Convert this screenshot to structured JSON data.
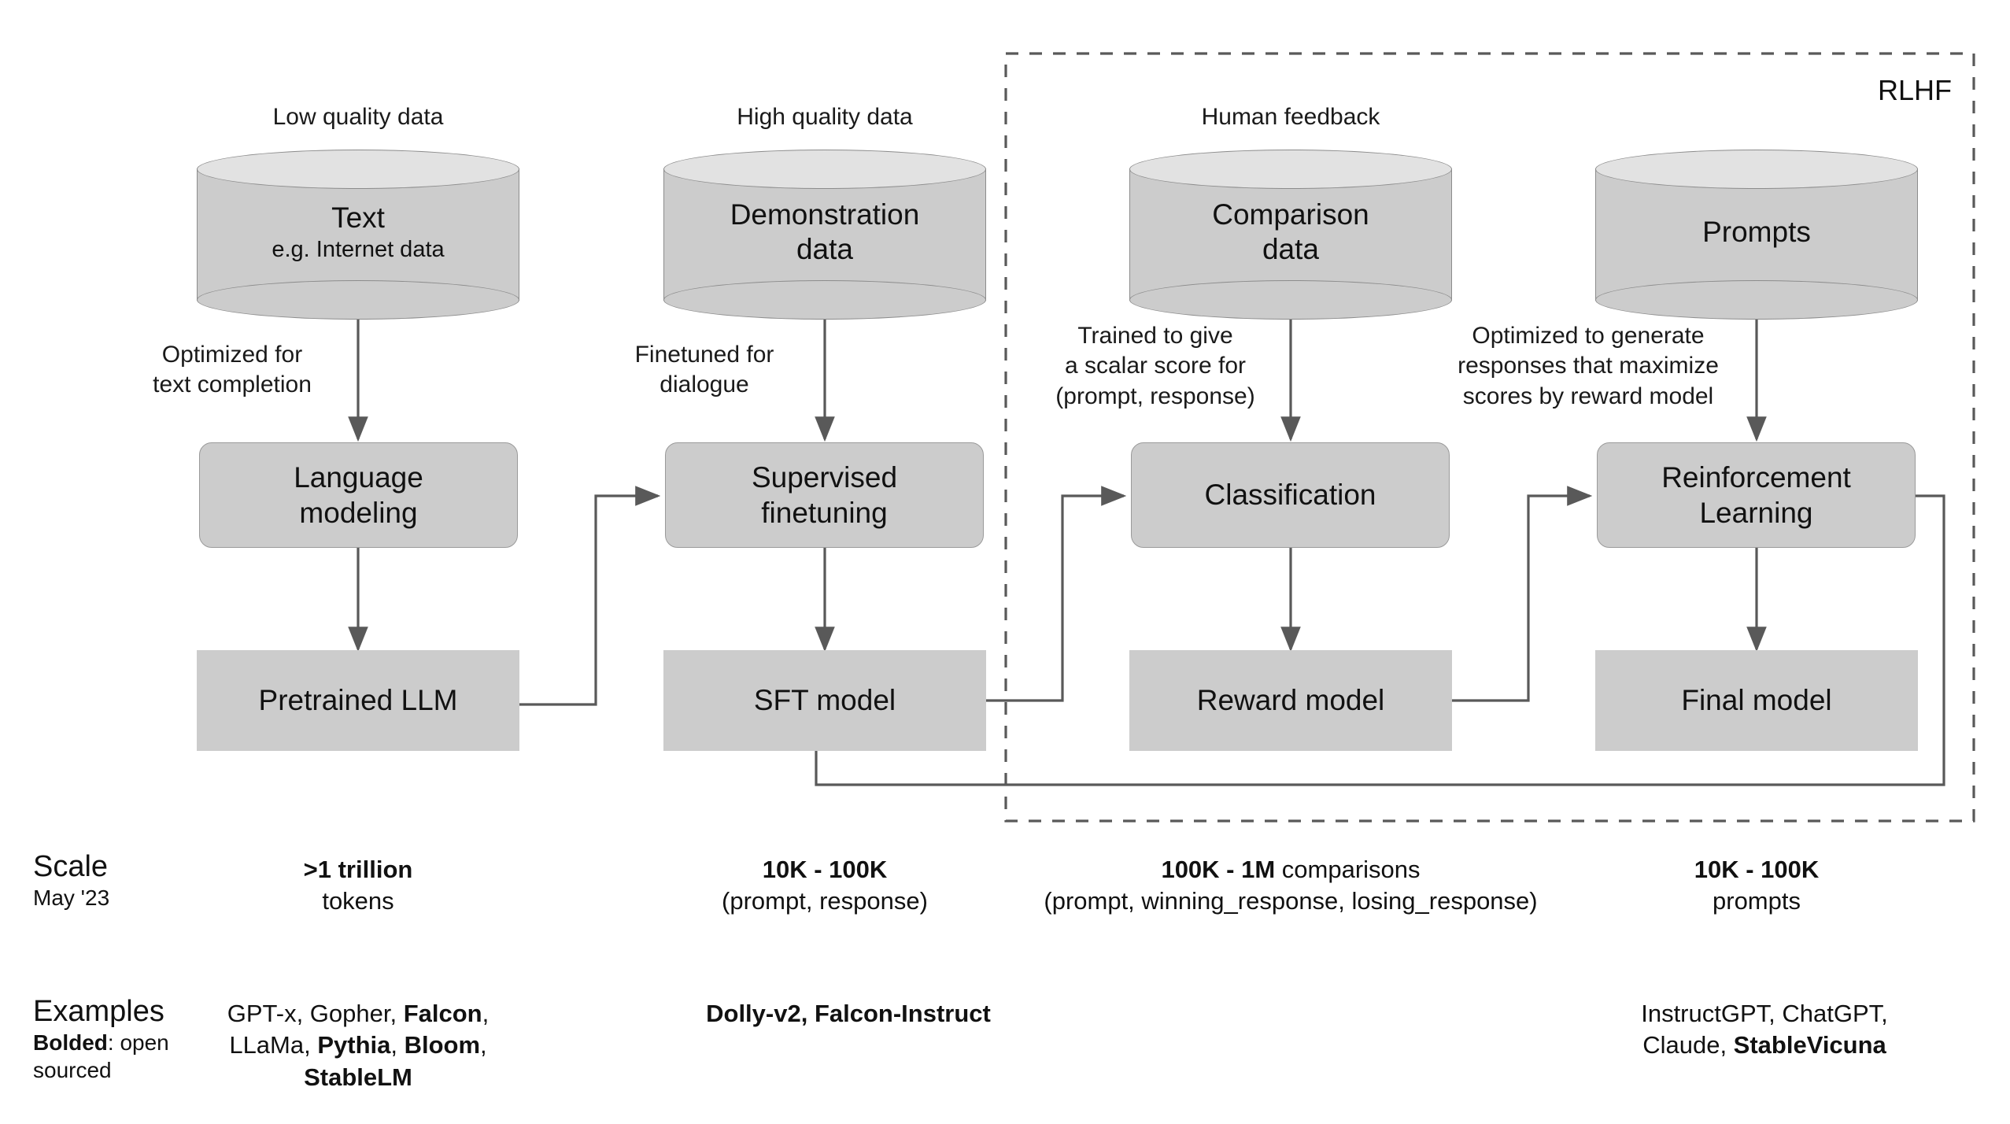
{
  "diagram": {
    "title": "RLHF pipeline",
    "rlhf_label": "RLHF",
    "colors": {
      "box_fill": "#cccccc",
      "cyl_top_fill": "#e2e2e2",
      "stroke": "#8c8c8c",
      "line": "#595959",
      "text": "#111111",
      "background": "#ffffff"
    },
    "columns": [
      {
        "id": "pretraining",
        "data_caption": "Low quality data",
        "store_title": "Text",
        "store_subtitle": "e.g. Internet data",
        "edge_label": "Optimized for\ntext completion",
        "process": "Language\nmodeling",
        "output": "Pretrained LLM"
      },
      {
        "id": "sft",
        "data_caption": "High quality data",
        "store_title": "Demonstration\ndata",
        "store_subtitle": "",
        "edge_label": "Finetuned for\ndialogue",
        "process": "Supervised\nfinetuning",
        "output": "SFT model"
      },
      {
        "id": "reward-modeling",
        "data_caption": "Human feedback",
        "store_title": "Comparison\ndata",
        "store_subtitle": "",
        "edge_label": "Trained to give\na scalar score for\n(prompt, response)",
        "process": "Classification",
        "output": "Reward model"
      },
      {
        "id": "rl",
        "data_caption": "",
        "store_title": "Prompts",
        "store_subtitle": "",
        "edge_label": "Optimized to generate\nresponses that maximize\nscores by reward model",
        "process": "Reinforcement\nLearning",
        "output": "Final model"
      }
    ],
    "captions": {
      "low_quality": "Low quality data",
      "high_quality": "High quality data",
      "human_feedback": "Human feedback"
    },
    "stores": {
      "text_title": "Text",
      "text_sub": "e.g. Internet data",
      "demo_line1": "Demonstration",
      "demo_line2": "data",
      "comparison_line1": "Comparison",
      "comparison_line2": "data",
      "prompts": "Prompts"
    },
    "edges": {
      "pretrain_l1": "Optimized for",
      "pretrain_l2": "text completion",
      "sft_l1": "Finetuned for",
      "sft_l2": "dialogue",
      "rm_l1": "Trained to give",
      "rm_l2": "a scalar score for",
      "rm_l3": "(prompt, response)",
      "rl_l1": "Optimized to generate",
      "rl_l2": "responses that maximize",
      "rl_l3": "scores by reward model"
    },
    "processes": {
      "lm_l1": "Language",
      "lm_l2": "modeling",
      "sft_l1": "Supervised",
      "sft_l2": "finetuning",
      "cls": "Classification",
      "rl_l1": "Reinforcement",
      "rl_l2": "Learning"
    },
    "outputs": {
      "pretrained_llm": "Pretrained LLM",
      "sft_model": "SFT model",
      "reward_model": "Reward model",
      "final_model": "Final model"
    }
  },
  "scale_row": {
    "heading": "Scale",
    "subheading": "May '23",
    "cells": [
      {
        "bold": ">1 trillion",
        "rest": "",
        "second": "tokens"
      },
      {
        "bold": "10K - 100K",
        "rest": "",
        "second": "(prompt, response)"
      },
      {
        "bold": "100K - 1M",
        "rest": " comparisons",
        "second": "(prompt, winning_response, losing_response)"
      },
      {
        "bold": "10K - 100K",
        "rest": "",
        "second": "prompts"
      }
    ]
  },
  "examples_row": {
    "heading": "Examples",
    "note_bold": "Bolded",
    "note_rest": ": open",
    "note_line2": "sourced",
    "cells": [
      {
        "lines": [
          [
            {
              "t": "GPT-x, Gopher, ",
              "b": false
            },
            {
              "t": "Falcon",
              "b": true
            },
            {
              "t": ",",
              "b": false
            }
          ],
          [
            {
              "t": "LLaMa, ",
              "b": false
            },
            {
              "t": "Pythia",
              "b": true
            },
            {
              "t": ", ",
              "b": false
            },
            {
              "t": "Bloom",
              "b": true
            },
            {
              "t": ",",
              "b": false
            }
          ],
          [
            {
              "t": "StableLM",
              "b": true
            }
          ]
        ]
      },
      {
        "lines": [
          [
            {
              "t": "Dolly-v2, Falcon-Instruct",
              "b": true
            }
          ]
        ]
      },
      {
        "lines": []
      },
      {
        "lines": [
          [
            {
              "t": "InstructGPT, ChatGPT,",
              "b": false
            }
          ],
          [
            {
              "t": "Claude, ",
              "b": false
            },
            {
              "t": "StableVicuna",
              "b": true
            }
          ]
        ]
      }
    ]
  }
}
